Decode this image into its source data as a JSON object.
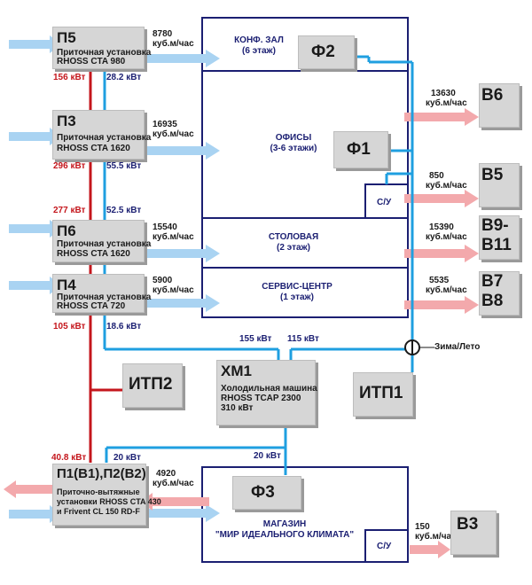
{
  "units": {
    "p5": {
      "code": "П5",
      "line1": "Приточная установка",
      "line2": "RHOSS CTA 980",
      "flow_value": "8780",
      "flow_unit": "куб.м/час"
    },
    "p3": {
      "code": "П3",
      "line1": "Приточная установка",
      "line2": "RHOSS CTA 1620",
      "flow_value": "16935",
      "flow_unit": "куб.м/час"
    },
    "p6": {
      "code": "П6",
      "line1": "Приточная установка",
      "line2": "RHOSS CTA 1620",
      "flow_value": "15540",
      "flow_unit": "куб.м/час"
    },
    "p4": {
      "code": "П4",
      "line1": "Приточная установка",
      "line2": "RHOSS CTA 720",
      "flow_value": "5900",
      "flow_unit": "куб.м/час"
    },
    "p12": {
      "code": "П1(В1),П2(В2)",
      "line1": "Приточно-вытяжные",
      "line2": "установки RHOSS CTA 430",
      "line3": "и Frivent CL 150 RD-F",
      "flow_value": "4920",
      "flow_unit": "куб.м/час"
    }
  },
  "power": {
    "p5_heat": "156 кВт",
    "p5_cool": "28.2 кВт",
    "p3_heat": "296 кВт",
    "p3_cool": "55.5 кВт",
    "p6_heat": "277 кВт",
    "p6_cool": "52.5 кВт",
    "p4_heat": "105 кВт",
    "p4_cool": "18.6 кВт",
    "p12_heat": "40.8 кВт",
    "p12_cool": "20 кВт",
    "hm1_left": "155 кВт",
    "hm1_right": "115 кВт",
    "f3_cool": "20 кВт"
  },
  "zones": {
    "conf_line1": "КОНФ. ЗАЛ",
    "conf_line2": "(6 этаж)",
    "office_line1": "ОФИСЫ",
    "office_line2": "(3-6 этажи)",
    "canteen_line1": "СТОЛОВАЯ",
    "canteen_line2": "(2 этаж)",
    "service_line1": "СЕРВИС-ЦЕНТР",
    "service_line2": "(1 этаж)",
    "shop_line1": "МАГАЗИН",
    "shop_line2": "\"МИР ИДЕАЛЬНОГО КЛИМАТА\""
  },
  "fancoils": {
    "f1": "Ф1",
    "f2": "Ф2",
    "f3": "Ф3"
  },
  "control": {
    "label": "С/У"
  },
  "exhaust": {
    "v6": {
      "code": "В6",
      "flow_value": "13630",
      "flow_unit": "куб.м/час"
    },
    "v5": {
      "code": "В5",
      "flow_value": "850",
      "flow_unit": "куб.м/час"
    },
    "v9": {
      "code1": "В9-",
      "code2": "В11",
      "flow_value": "15390",
      "flow_unit": "куб.м/час"
    },
    "v7": {
      "code1": "В7",
      "code2": "В8",
      "flow_value": "5535",
      "flow_unit": "куб.м/час"
    },
    "v3": {
      "code": "В3",
      "flow_value": "150",
      "flow_unit": "куб.м/час"
    }
  },
  "chiller": {
    "code": "ХМ1",
    "line1": "Холодильная машина",
    "line2": "RHOSS TCAP 2300",
    "line3": "310 кВт"
  },
  "heat_points": {
    "itp1": "ИТП1",
    "itp2": "ИТП2"
  },
  "switch": {
    "label": "Зима/Лето"
  },
  "colors": {
    "heat_pipe": "#c4161c",
    "cool_pipe": "#1f9fe0",
    "supply_air": "#a9d3f2",
    "exhaust_air": "#f3a9ac",
    "zone_line": "#1b1f72",
    "box_fill": "#d6d6d6"
  }
}
